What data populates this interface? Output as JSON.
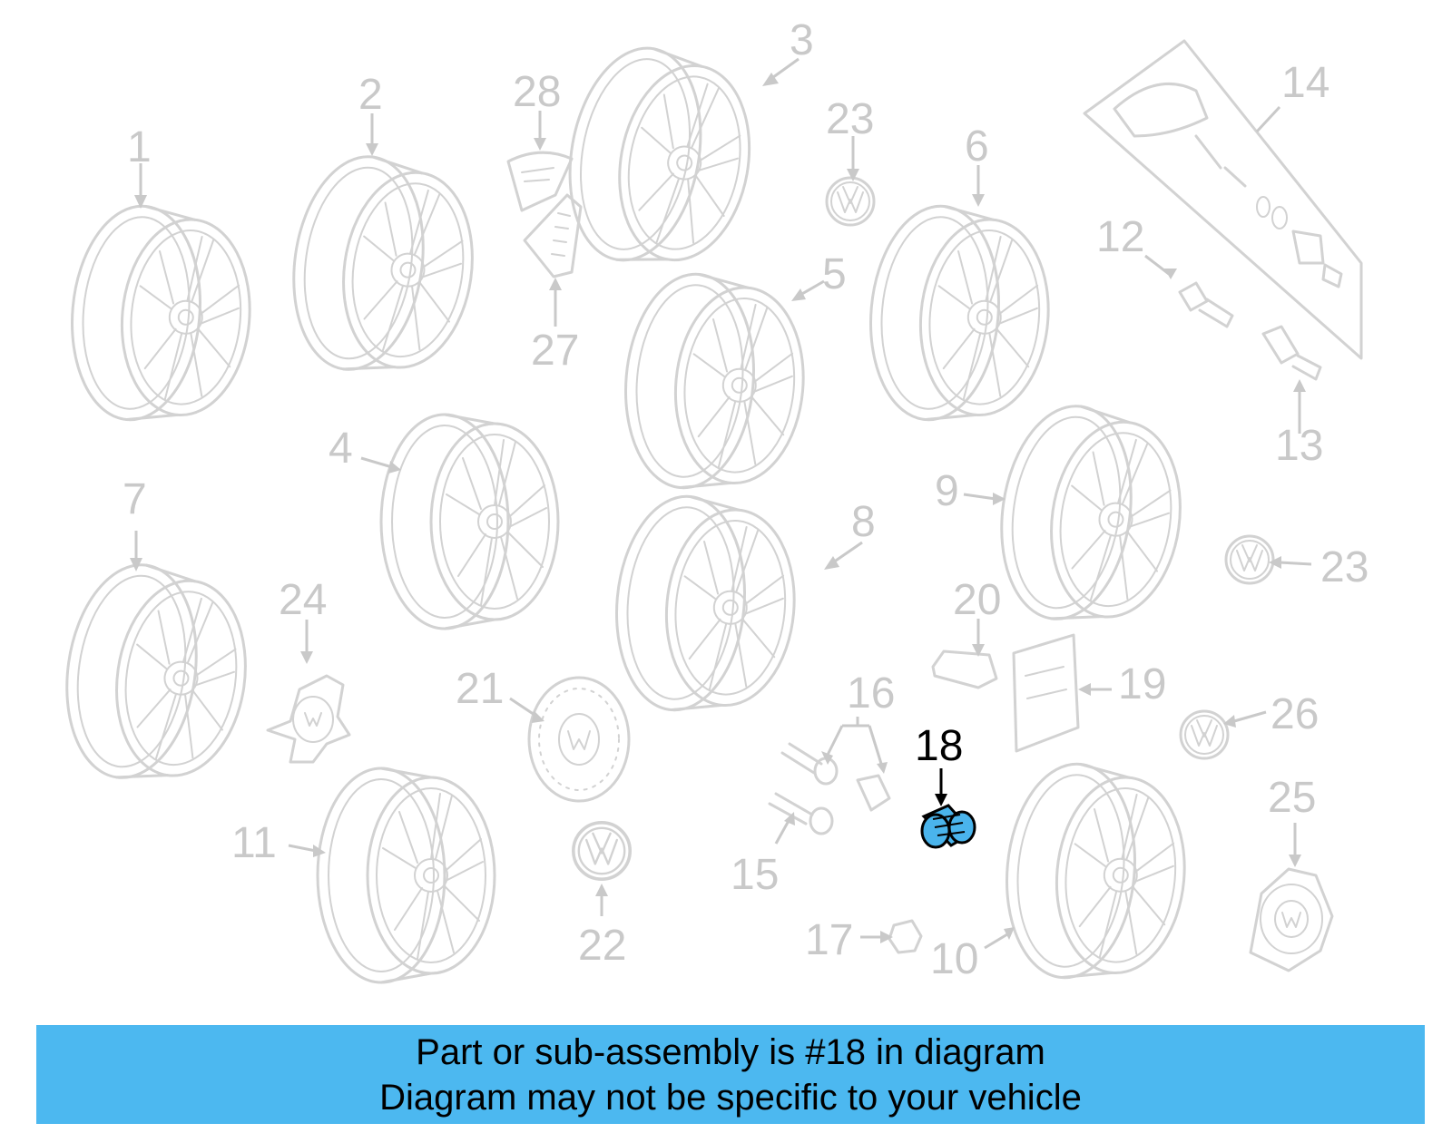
{
  "diagram": {
    "callouts": {
      "c1": "1",
      "c2": "2",
      "c3": "3",
      "c4": "4",
      "c5": "5",
      "c6": "6",
      "c7": "7",
      "c8": "8",
      "c9": "9",
      "c10": "10",
      "c11": "11",
      "c12": "12",
      "c13": "13",
      "c14": "14",
      "c15": "15",
      "c16": "16",
      "c17": "17",
      "c18": "18",
      "c19": "19",
      "c20": "20",
      "c21": "21",
      "c22": "22",
      "c23a": "23",
      "c23b": "23",
      "c24": "24",
      "c25": "25",
      "c26": "26",
      "c27": "27",
      "c28": "28"
    },
    "highlighted_part": "18",
    "highlight_color": "#4ab4ec"
  },
  "banner": {
    "line1": "Part or sub-assembly is #18 in diagram",
    "line2": "Diagram may not be specific to your vehicle",
    "color": "#4cb8f0"
  }
}
